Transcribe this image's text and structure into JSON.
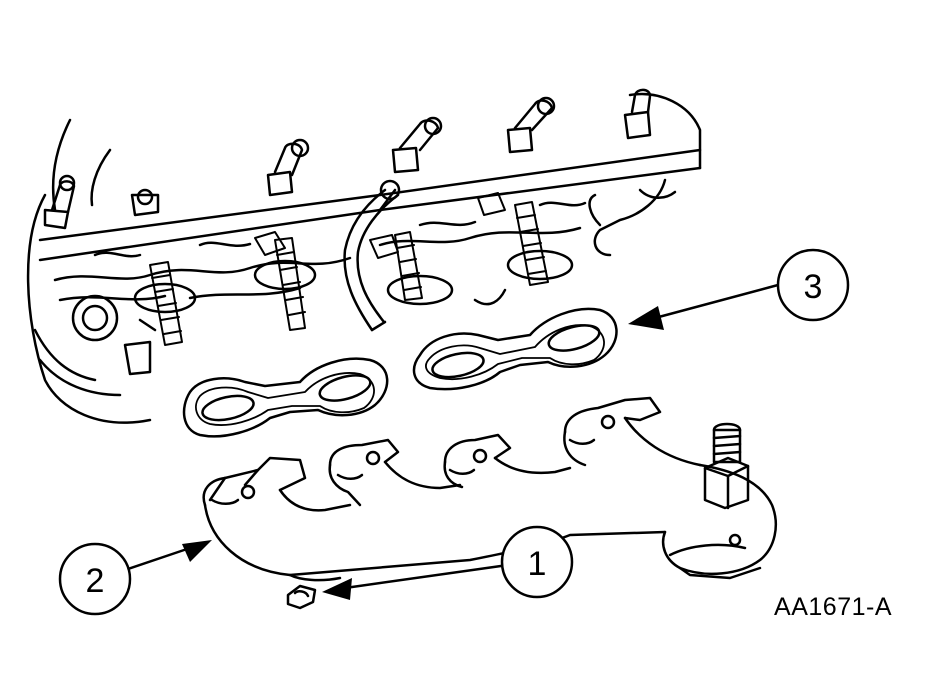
{
  "callouts": [
    {
      "number": "1"
    },
    {
      "number": "2"
    },
    {
      "number": "3"
    }
  ],
  "figure_id": "AA1671-A",
  "colors": {
    "line": "#000000",
    "background": "#ffffff"
  }
}
